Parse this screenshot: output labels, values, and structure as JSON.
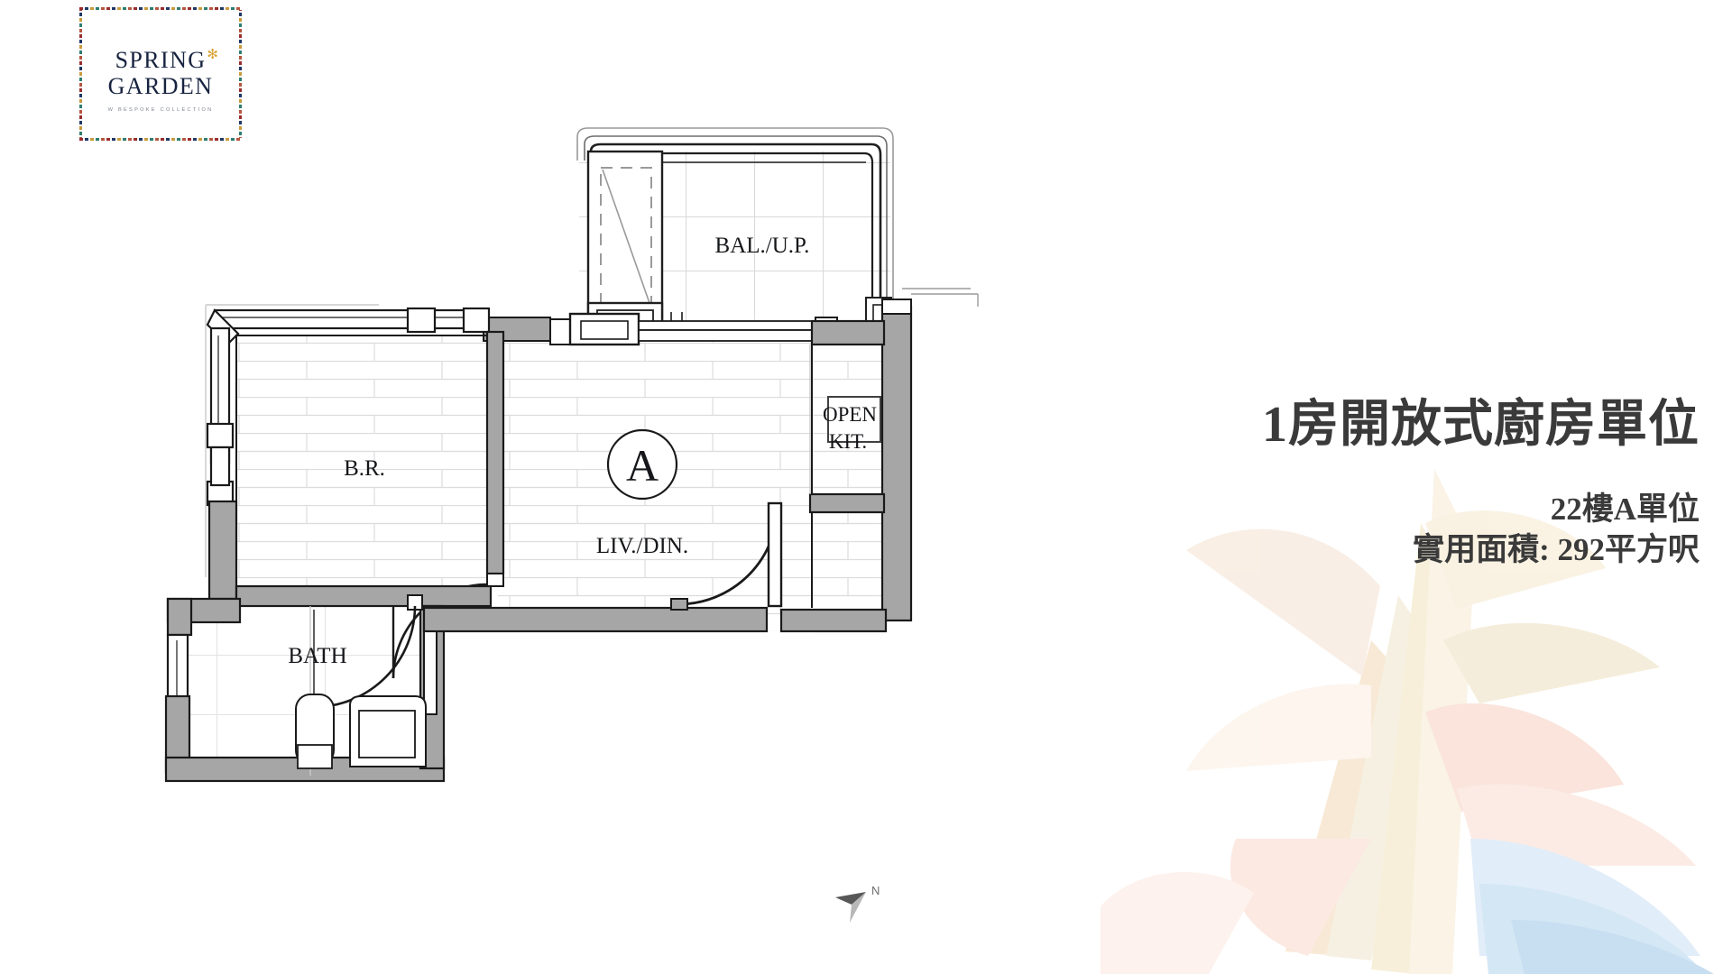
{
  "logo": {
    "line1": "SPRING",
    "line2": "GARDEN",
    "flower_icon": "flower-icon",
    "tagline": "W  BESPOKE  COLLECTION",
    "border_colors": [
      "#9a2d2d",
      "#1f3864",
      "#c89a3c",
      "#2e7d6f",
      "#b5563f"
    ],
    "wordmark_color": "#17233f",
    "accent_color": "#d9a433"
  },
  "info": {
    "title": "1房開放式廚房單位",
    "floor": "22樓A單位",
    "area": "實用面積: 292平方呎",
    "text_color": "#3a3a3a"
  },
  "floorplan": {
    "unit_badge": "A",
    "rooms": [
      {
        "key": "balcony",
        "label": "BAL./U.P."
      },
      {
        "key": "bedroom",
        "label": "B.R."
      },
      {
        "key": "living",
        "label": "LIV./DIN."
      },
      {
        "key": "kitchen_1",
        "label": "OPEN"
      },
      {
        "key": "kitchen_2",
        "label": "KIT."
      },
      {
        "key": "bath",
        "label": "BATH"
      }
    ],
    "wall_fill": "#a6a6a6",
    "wall_stroke": "#1a1a1a",
    "floor_line": "#d8d8d8"
  },
  "compass": {
    "label": "N",
    "icon": "north-arrow-icon",
    "dark": "#575757",
    "light": "#b8b8b8"
  },
  "decor": {
    "icon": "abstract-petal-watermark",
    "colors": [
      "#f6e9d2",
      "#f7d9cf",
      "#f3ead4",
      "#dce9f4",
      "#cfe3f2",
      "#f9e2d6",
      "#eef3e0"
    ]
  }
}
